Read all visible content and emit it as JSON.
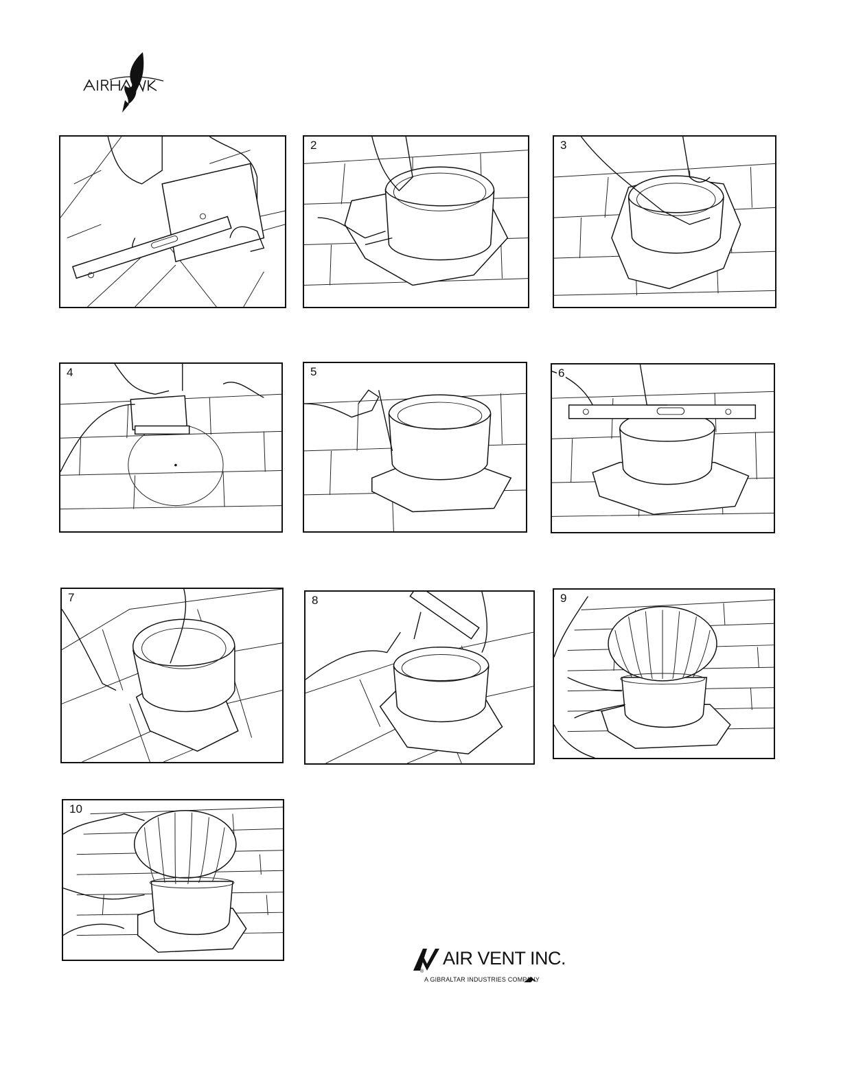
{
  "brand": {
    "top_logo_text": "AIRHAWK",
    "footer_logo_name": "AIR VENT INC.",
    "footer_tagline": "A GIBRALTAR INDUSTRIES COMPANY",
    "registered": "®"
  },
  "panels": [
    {
      "number": ""
    },
    {
      "number": "2"
    },
    {
      "number": "3"
    },
    {
      "number": "4"
    },
    {
      "number": "5"
    },
    {
      "number": "6"
    },
    {
      "number": "7"
    },
    {
      "number": "8"
    },
    {
      "number": "9"
    },
    {
      "number": "10"
    }
  ],
  "icons": {
    "top_logo": "hawk-logo-icon",
    "footer_logo": "air-vent-mark-icon",
    "footer_sub": "hawk-small-icon"
  }
}
